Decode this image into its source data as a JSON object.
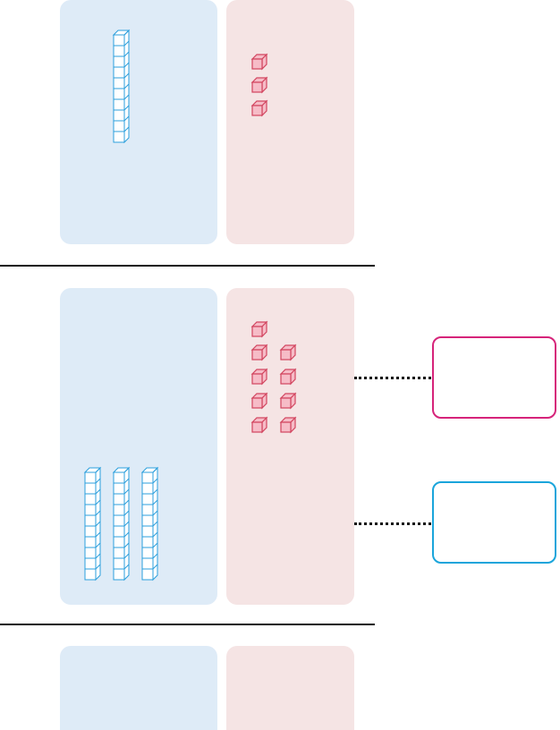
{
  "colors": {
    "tens_panel": "#deebf7",
    "ones_panel": "#f5e4e4",
    "tens_block": "#2b9fdc",
    "tens_block_fill": "#ffffff",
    "ones_block": "#d2455f",
    "ones_block_fill": "#f6bcc7",
    "answer_box_1": "#d6247a",
    "answer_box_2": "#1aa5db"
  },
  "rows": [
    {
      "name": "top-row",
      "tens_rods": 1,
      "ones_cubes": 3
    },
    {
      "name": "middle-row",
      "tens_rods": 3,
      "ones_cubes": 9
    },
    {
      "name": "bottom-row",
      "tens_rods": 0,
      "ones_cubes": 0
    }
  ],
  "answer_boxes": [
    {
      "name": "ones-answer-box",
      "border_color": "#d6247a",
      "value": ""
    },
    {
      "name": "tens-answer-box",
      "border_color": "#1aa5db",
      "value": ""
    }
  ]
}
